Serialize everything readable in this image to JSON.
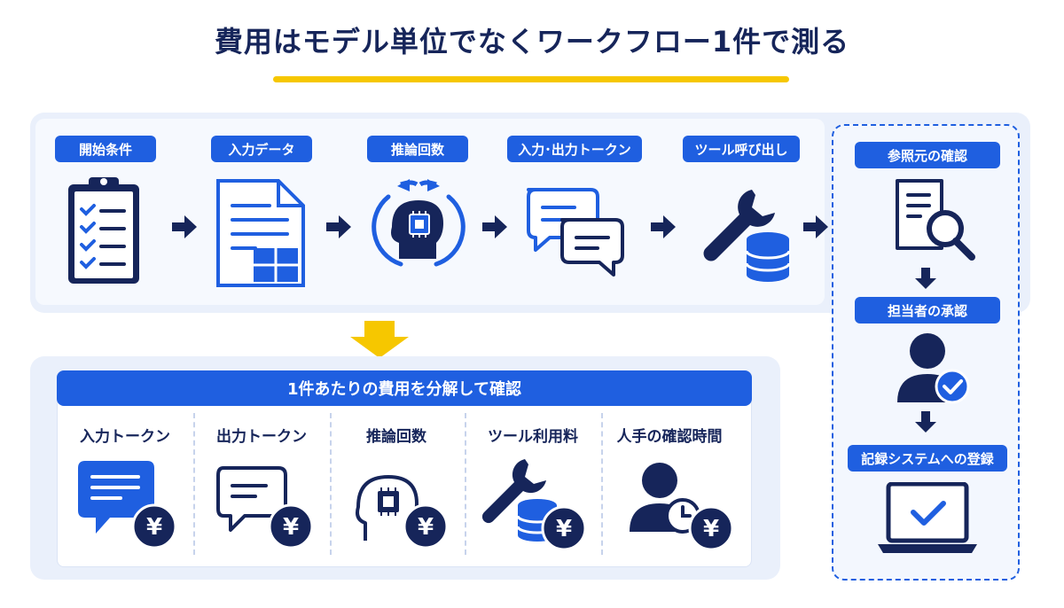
{
  "title": "費用はモデル単位でなくワークフロー1件で測る",
  "workflow": {
    "steps": [
      {
        "label": "開始条件",
        "icon": "clipboard-checklist-icon"
      },
      {
        "label": "入力データ",
        "icon": "document-table-icon"
      },
      {
        "label": "推論回数",
        "icon": "ai-head-cycle-icon"
      },
      {
        "label": "入力･出力トークン",
        "icon": "chat-bubbles-icon"
      },
      {
        "label": "ツール呼び出し",
        "icon": "wrench-database-icon"
      }
    ]
  },
  "review": {
    "steps": [
      {
        "label": "参照元の確認",
        "icon": "document-magnifier-icon"
      },
      {
        "label": "担当者の承認",
        "icon": "person-check-icon"
      },
      {
        "label": "記録システムへの登録",
        "icon": "laptop-check-icon"
      }
    ]
  },
  "cost_breakdown": {
    "header": "1件あたりの費用を分解して確認",
    "items": [
      {
        "label": "入力トークン",
        "icon": "chat-yen-icon"
      },
      {
        "label": "出力トークン",
        "icon": "chat-outline-yen-icon"
      },
      {
        "label": "推論回数",
        "icon": "ai-head-yen-icon"
      },
      {
        "label": "ツール利用料",
        "icon": "wrench-database-yen-icon"
      },
      {
        "label": "人手の確認時間",
        "icon": "person-clock-yen-icon"
      }
    ],
    "currency_symbol": "¥"
  },
  "colors": {
    "primary_blue": "#1f5fe0",
    "navy": "#16255a",
    "accent_yellow": "#f6c700",
    "panel_bg": "#eaf0fb"
  }
}
